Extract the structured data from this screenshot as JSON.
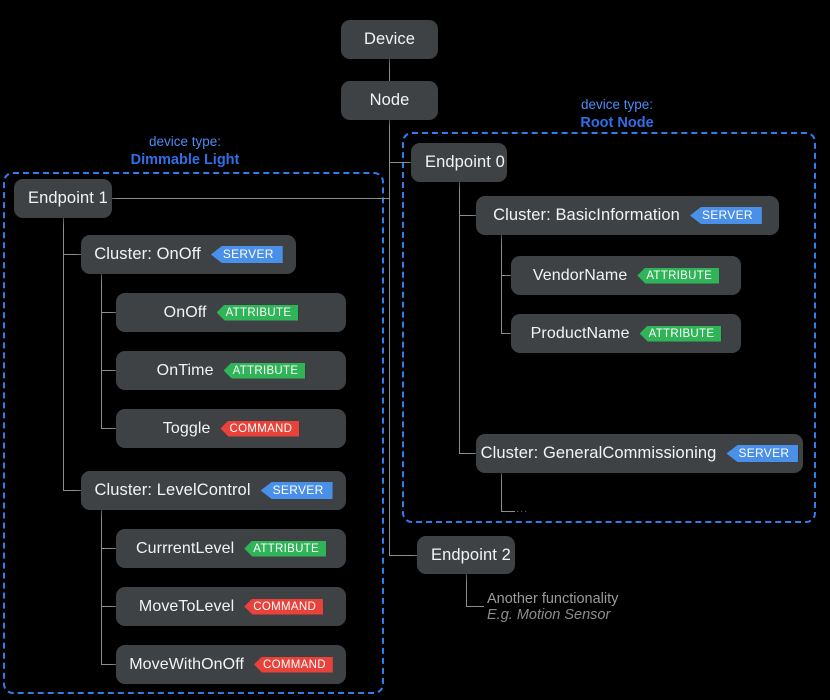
{
  "diagram": {
    "title_nodes": {
      "device": "Device",
      "node": "Node"
    },
    "device_types": {
      "dimmable_light": {
        "caption": "device type:",
        "name": "Dimmable Light"
      },
      "root_node": {
        "caption": "device type:",
        "name": "Root Node"
      }
    },
    "endpoints": {
      "endpoint0": "Endpoint 0",
      "endpoint1": "Endpoint 1",
      "endpoint2": "Endpoint 2"
    },
    "clusters": {
      "onoff": {
        "label": "Cluster: OnOff",
        "badge": "SERVER"
      },
      "levelcontrol": {
        "label": "Cluster: LevelControl",
        "badge": "SERVER"
      },
      "basicinformation": {
        "label": "Cluster: BasicInformation",
        "badge": "SERVER"
      },
      "generalcommissioning": {
        "label": "Cluster: GeneralCommissioning",
        "badge": "SERVER"
      }
    },
    "items": {
      "onoff_attr": {
        "label": "OnOff",
        "badge": "ATTRIBUTE"
      },
      "ontime_attr": {
        "label": "OnTime",
        "badge": "ATTRIBUTE"
      },
      "toggle_cmd": {
        "label": "Toggle",
        "badge": "COMMAND"
      },
      "currentlevel_attr": {
        "label": "CurrrentLevel",
        "badge": "ATTRIBUTE"
      },
      "movetolevel_cmd": {
        "label": "MoveToLevel",
        "badge": "COMMAND"
      },
      "movewithonoff_cmd": {
        "label": "MoveWithOnOff",
        "badge": "COMMAND"
      },
      "vendorname_attr": {
        "label": "VendorName",
        "badge": "ATTRIBUTE"
      },
      "productname_attr": {
        "label": "ProductName",
        "badge": "ATTRIBUTE"
      }
    },
    "notes": {
      "endpoint2_line1": "Another functionality",
      "endpoint2_line2": "E.g. Motion Sensor",
      "generalcommissioning_more": "..."
    },
    "colors": {
      "background": "#000000",
      "node_fill": "#3f4245",
      "group_border": "#2f7ef0",
      "badge_server": "#4a90e8",
      "badge_attribute": "#2fb457",
      "badge_command": "#e8423a",
      "connector": "#8e8e8e",
      "caption_blue": "#4a8bf5"
    }
  }
}
